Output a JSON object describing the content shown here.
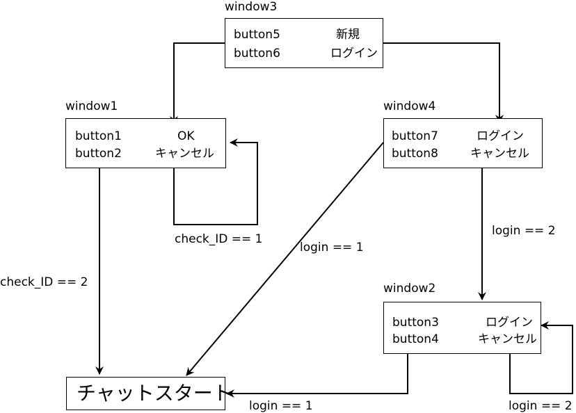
{
  "windows": {
    "window3": {
      "title": "window3",
      "rows": [
        {
          "button": "button5",
          "action": "新規"
        },
        {
          "button": "button6",
          "action": "ログイン"
        }
      ]
    },
    "window1": {
      "title": "window1",
      "rows": [
        {
          "button": "button1",
          "action": "OK"
        },
        {
          "button": "button2",
          "action": "キャンセル"
        }
      ]
    },
    "window4": {
      "title": "window4",
      "rows": [
        {
          "button": "button7",
          "action": "ログイン"
        },
        {
          "button": "button8",
          "action": "キャンセル"
        }
      ]
    },
    "window2": {
      "title": "window2",
      "rows": [
        {
          "button": "button3",
          "action": "ログイン"
        },
        {
          "button": "button4",
          "action": "キャンセル"
        }
      ]
    }
  },
  "start": {
    "label": "チャットスタート"
  },
  "edges": {
    "w1_self": "check_ID == 1",
    "w1_to_start": "check_ID == 2",
    "w4_to_start": "login == 1",
    "w4_to_w2": "login == 2",
    "w2_to_start": "login == 1",
    "w2_self": "login == 2"
  }
}
